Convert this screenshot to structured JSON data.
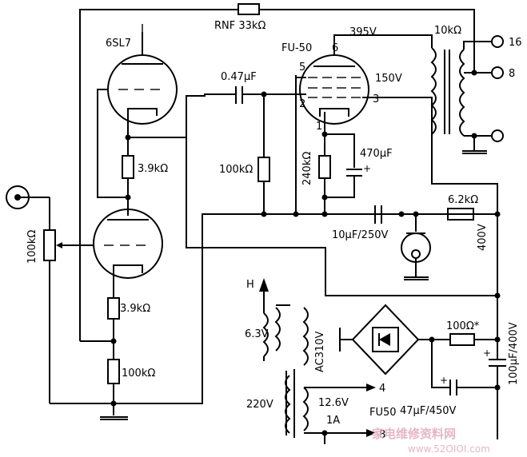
{
  "tubes": {
    "preamp": "6SL7",
    "output": "FU-50"
  },
  "labels": {
    "rnf": "RNF  33kΩ",
    "v395": "395V",
    "v150": "150V",
    "pin6": "6",
    "pin5": "5",
    "pin2": "2",
    "pin1": "1",
    "pin3": "3",
    "xfmr_out": "10kΩ",
    "tap16": "16",
    "tap8": "8",
    "cap_coupling": "0.47μF",
    "r_grid": "100kΩ",
    "r_cathode_out": "240kΩ",
    "cap_cathode": "470μF",
    "r_plate_upper": "3.9kΩ",
    "r_cathode_lower": "3.9kΩ",
    "r_lower": "100kΩ",
    "pot": "100kΩ",
    "cap_screen": "10μF/250V",
    "r_supply": "6.2kΩ",
    "v400": "400V",
    "heater_h": "H",
    "heater_v": "6.3V",
    "primary_v": "220V",
    "ac_v": "AC310V",
    "sec_v": "12.6V",
    "sec_a": "1A",
    "sec_note": "FU50",
    "out4": "4",
    "out8": "8",
    "r_filter": "100Ω*",
    "cap_filter": "100μF/400V",
    "cap_filter2": "47μF/450V",
    "plus": "+",
    "watermark": "家电维修资料网",
    "watermark_url": "www.52OIOI.com"
  }
}
